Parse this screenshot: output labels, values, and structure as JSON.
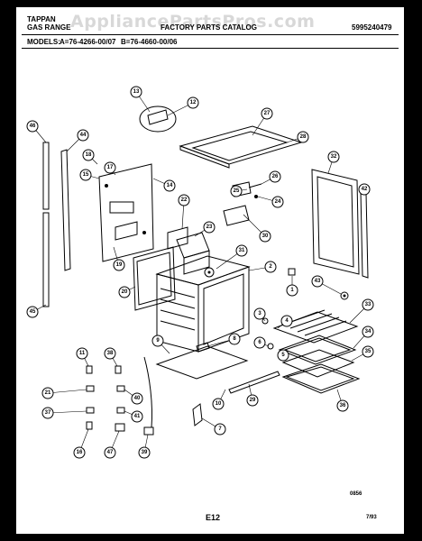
{
  "header": {
    "brand": "TAPPAN",
    "product": "GAS RANGE",
    "title": "FACTORY PARTS CATALOG",
    "catalog_no": "5995240479",
    "watermark": "AppliancePartsPros.com"
  },
  "models": {
    "label": "MODELS:",
    "a": "A=76-4266-00/07",
    "b": "B=76-4660-00/06"
  },
  "diagram": {
    "callouts": [
      "1",
      "2",
      "3",
      "4",
      "5",
      "6",
      "7",
      "8",
      "9",
      "10",
      "11",
      "12",
      "13",
      "14",
      "15",
      "16",
      "17",
      "18",
      "19",
      "20",
      "21",
      "22",
      "23",
      "24",
      "25",
      "26",
      "27",
      "28",
      "29",
      "30",
      "31",
      "32",
      "33",
      "34",
      "35",
      "36",
      "37",
      "38",
      "39",
      "40",
      "41",
      "42",
      "43",
      "44",
      "45",
      "46",
      "47"
    ]
  },
  "footer": {
    "drawing_no": "0856",
    "page": "E12",
    "date": "7/93"
  }
}
